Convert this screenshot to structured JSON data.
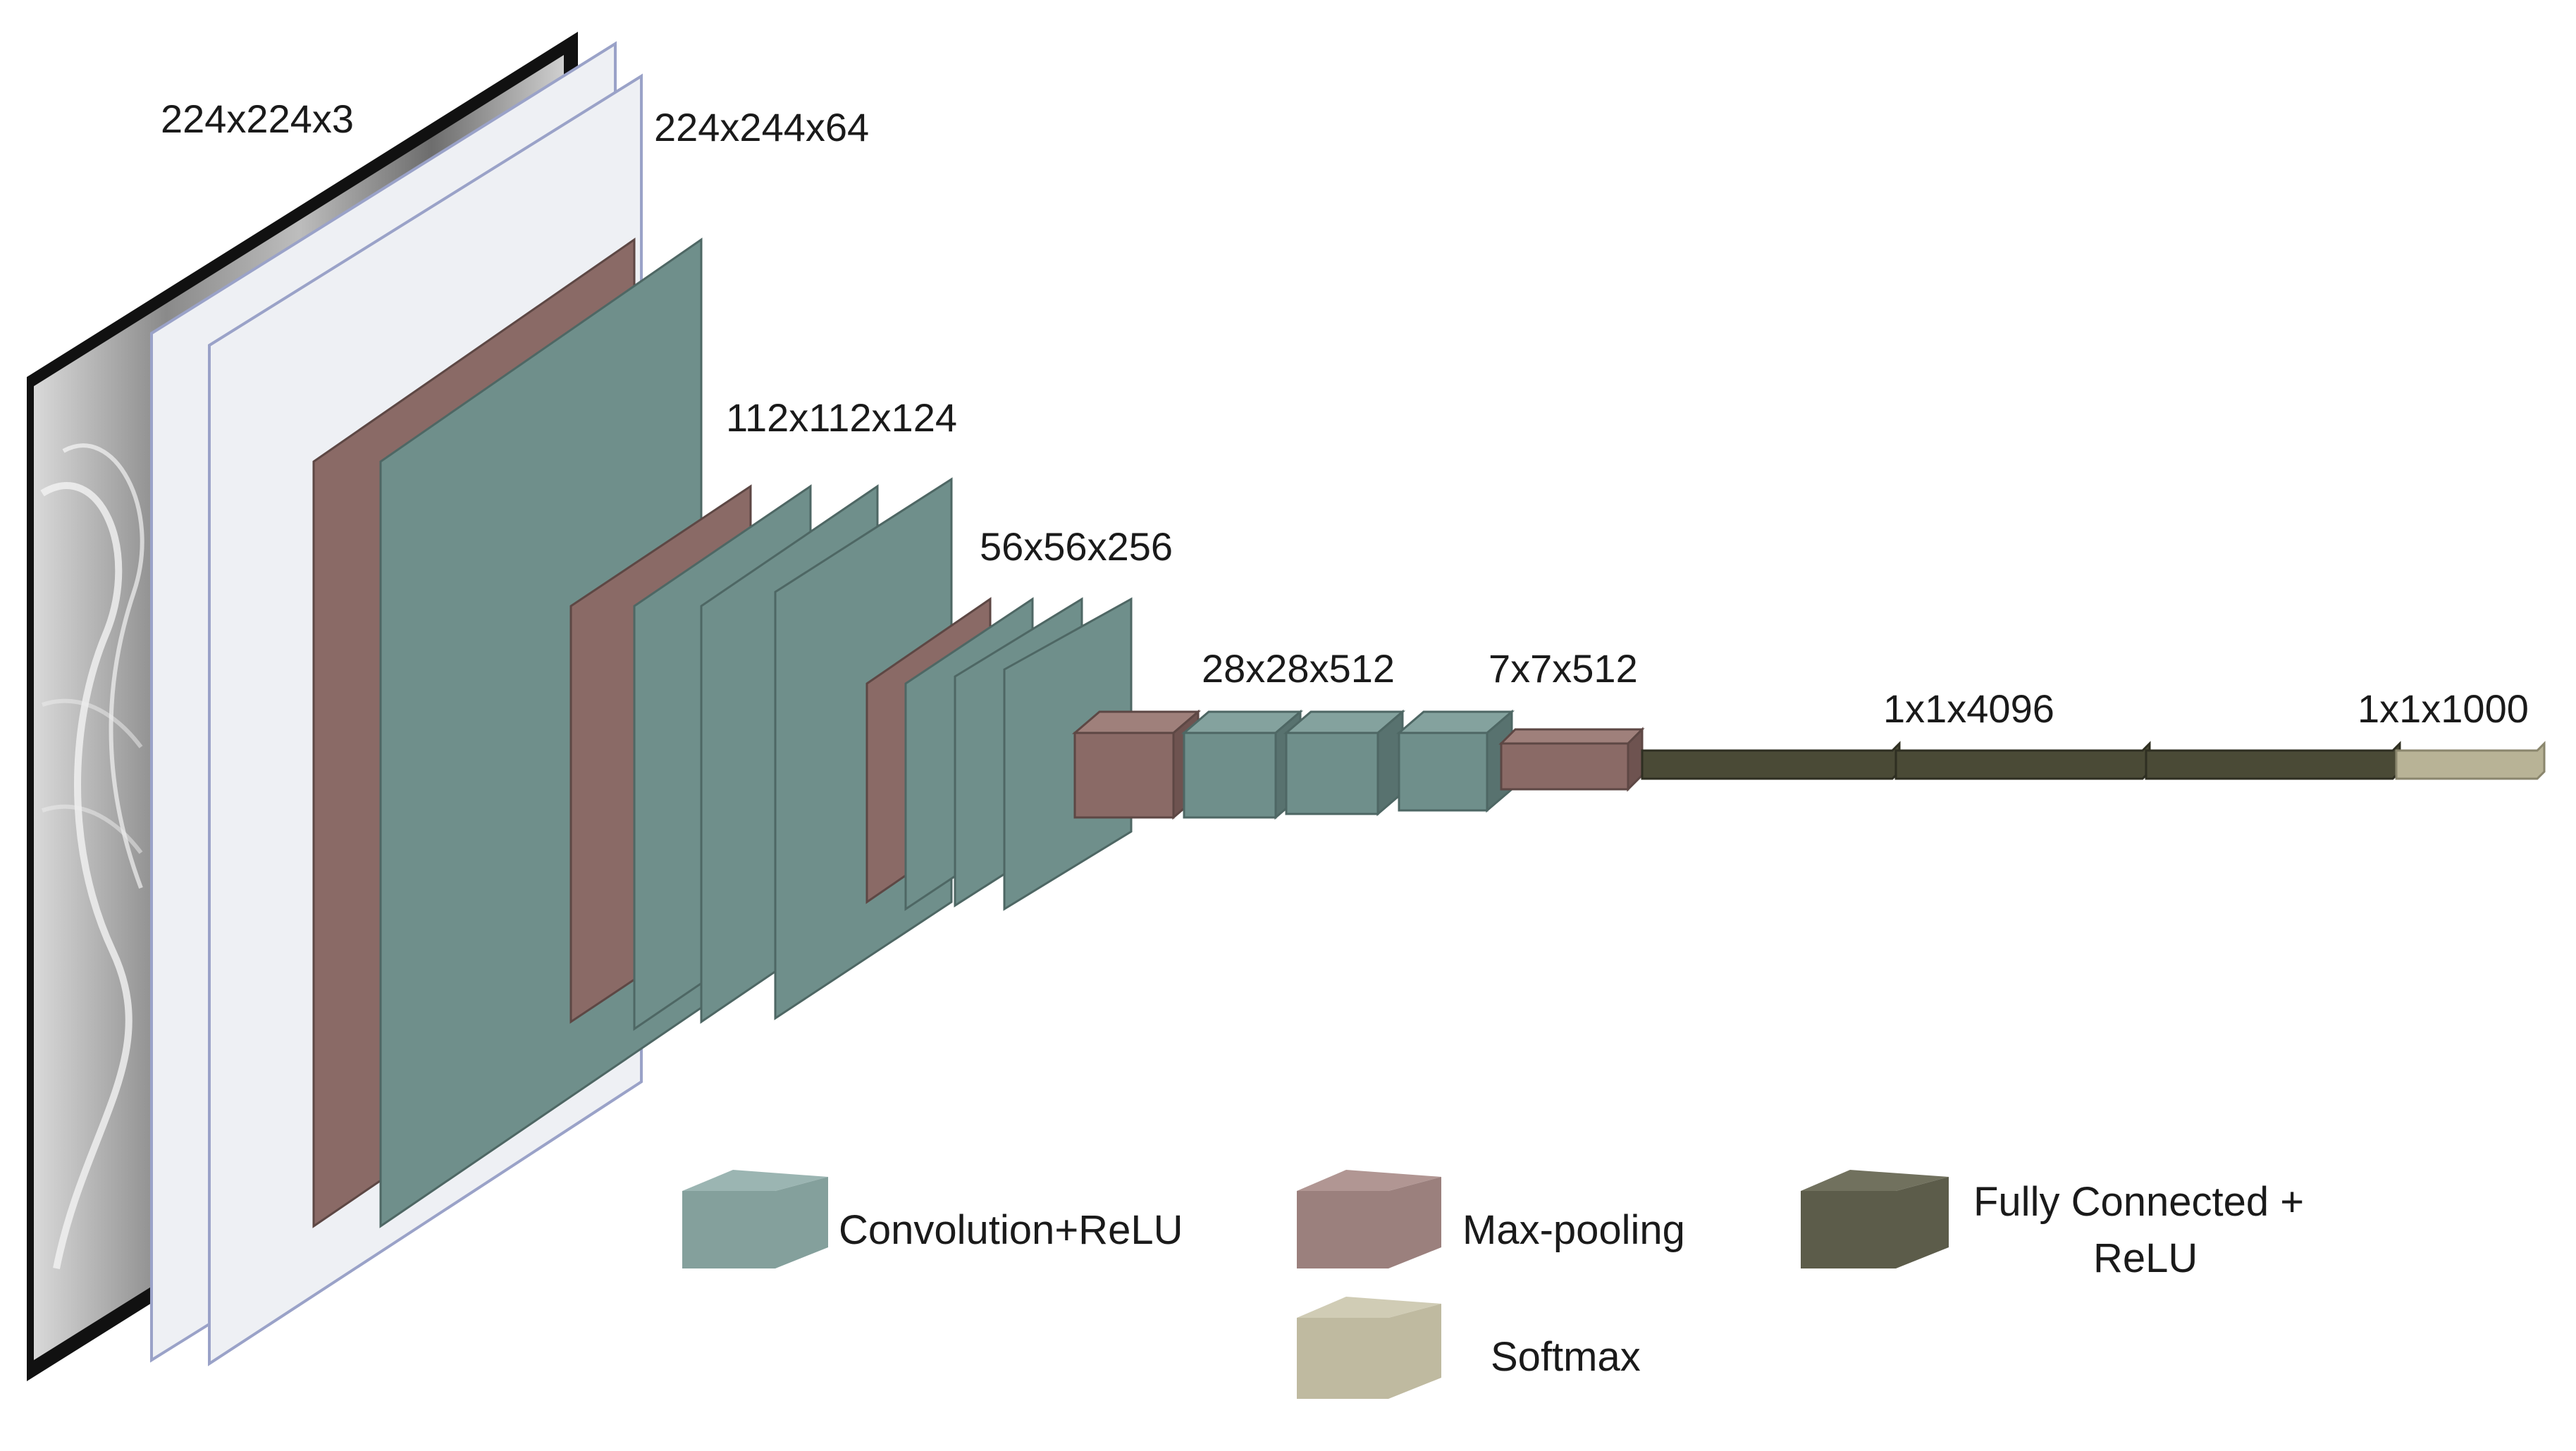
{
  "diagram": {
    "input_label": "224x224x3",
    "stages": [
      {
        "id": "conv1",
        "label": "224x244x64"
      },
      {
        "id": "conv2",
        "label": "112x112x124"
      },
      {
        "id": "conv3",
        "label": "56x56x256"
      },
      {
        "id": "conv4",
        "label": "28x28x512"
      },
      {
        "id": "conv5",
        "label": "7x7x512"
      },
      {
        "id": "fc",
        "label": "1x1x4096"
      },
      {
        "id": "softmax",
        "label": "1x1x1000"
      }
    ],
    "legend": {
      "conv": "Convolution+ReLU",
      "pool": "Max-pooling",
      "fc_line1": "Fully Connected +",
      "fc_line2": "ReLU",
      "softmax": "Softmax"
    },
    "colors": {
      "conv": "#6f8f8b",
      "pool": "#8a6a66",
      "fc": "#4a4a36",
      "softmax": "#b8b396",
      "sheet": "#eef0f4",
      "xray": "#222222"
    }
  }
}
